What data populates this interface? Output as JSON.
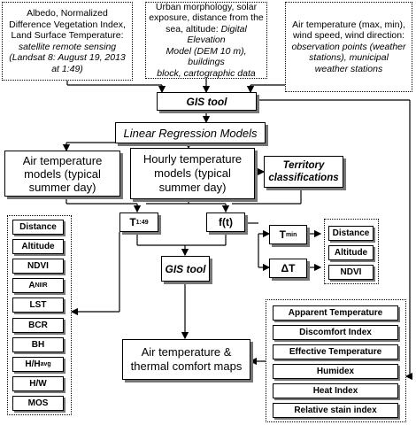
{
  "sources": {
    "remote": {
      "line1": "Albedo, Normalized",
      "line2": "Difference Vegetation Index,",
      "line3": "Land Surface Temperature:",
      "line4": "satellite remote sensing",
      "line5": "(Landsat 8: August 19, 2013",
      "line6": "at 1:49)"
    },
    "urban": {
      "line1": "Urban morphology, solar",
      "line2": "exposure, distance from the",
      "line3a": "sea, altitude: ",
      "line3b": "Digital Elevation",
      "line4a": "Model (DEM 10 m)",
      "line4b": ", buildings",
      "line5": "block,  cartographic data"
    },
    "weather": {
      "line1": "Air temperature (max, min),",
      "line2": "wind speed, wind direction:",
      "line3": "observation points (weather",
      "line4": "stations), municipal",
      "line5": "weather stations"
    }
  },
  "gis_tool_top": "GIS tool",
  "linear_models": "Linear Regression Models",
  "air_models": {
    "line1": "Air temperature",
    "line2": "models (typical",
    "line3": "summer day)"
  },
  "hourly_models": {
    "line1": "Hourly temperature",
    "line2": "models (typical",
    "line3": "summer day)"
  },
  "territory": {
    "line1": "Territory",
    "line2": "classifications"
  },
  "t149": {
    "main": "T",
    "sub": "1:49"
  },
  "ft": "f(t)",
  "tmin": {
    "main": "T",
    "sub": "min"
  },
  "delta_t": "ΔT",
  "gis_tool_mid": "GIS tool",
  "output": {
    "line1": "Air temperature &",
    "line2": "thermal comfort maps"
  },
  "left_list": [
    {
      "main": "Distance",
      "sub": ""
    },
    {
      "main": "Altitude",
      "sub": ""
    },
    {
      "main": "NDVI",
      "sub": ""
    },
    {
      "main": "A",
      "sub": "NIIR"
    },
    {
      "main": "LST",
      "sub": ""
    },
    {
      "main": "BCR",
      "sub": ""
    },
    {
      "main": "BH",
      "sub": ""
    },
    {
      "main": "H/H",
      "sub": "avg"
    },
    {
      "main": "H/W",
      "sub": ""
    },
    {
      "main": "MOS",
      "sub": ""
    }
  ],
  "right_list": [
    "Distance",
    "Altitude",
    "NDVI"
  ],
  "comfort_list": [
    "Apparent Temperature",
    "Discomfort Index",
    "Effective Temperature",
    "Humidex",
    "Heat Index",
    "Relative stain index"
  ]
}
